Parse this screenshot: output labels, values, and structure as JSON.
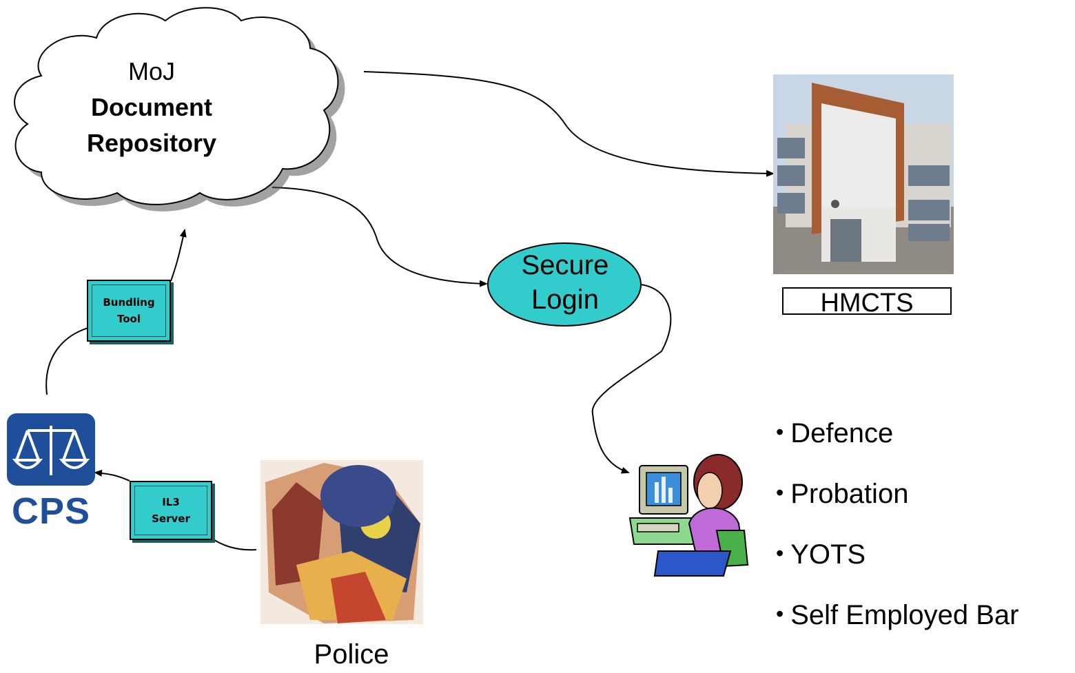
{
  "cloud": {
    "line1": "MoJ",
    "line2": "Document",
    "line3": "Repository"
  },
  "bundling_tool": {
    "line1": "Bundling",
    "line2": "Tool"
  },
  "il3_server": {
    "line1": "IL3",
    "line2": "Server"
  },
  "secure_login": {
    "line1": "Secure",
    "line2": "Login"
  },
  "hmcts": {
    "label": "HMCTS"
  },
  "cps": {
    "label": "CPS"
  },
  "police": {
    "label": "Police"
  },
  "users": [
    "Defence",
    "Probation",
    "YOTS",
    "Self Employed Bar"
  ],
  "colors": {
    "teal": "#33cccc",
    "cps_blue": "#1f4f9a",
    "ellipse": "#33cccc"
  }
}
